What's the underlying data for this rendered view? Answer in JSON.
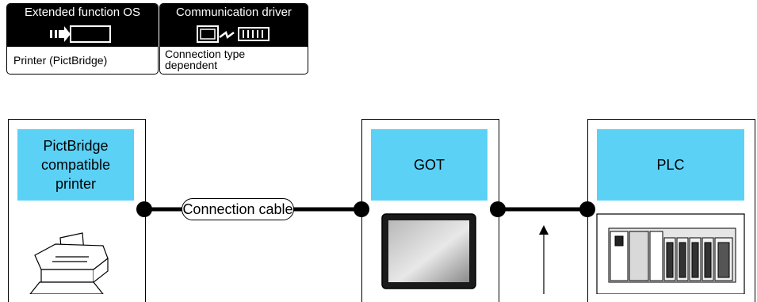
{
  "badges": [
    {
      "title": "Extended function OS",
      "subtitle": "Printer (PictBridge)",
      "icon": "os-install-icon"
    },
    {
      "title": "Communication driver",
      "subtitle": "Connection type dependent",
      "icon": "driver-connect-icon"
    }
  ],
  "devices": [
    {
      "label": "PictBridge compatible printer",
      "icon": "printer-icon"
    },
    {
      "label": "GOT",
      "icon": "got-display-icon"
    },
    {
      "label": "PLC",
      "icon": "plc-rack-icon"
    }
  ],
  "connection": {
    "cable_label": "Connection cable"
  },
  "colors": {
    "label_fill": "#5bd1f6",
    "badge_header": "#000000",
    "line": "#000000"
  }
}
